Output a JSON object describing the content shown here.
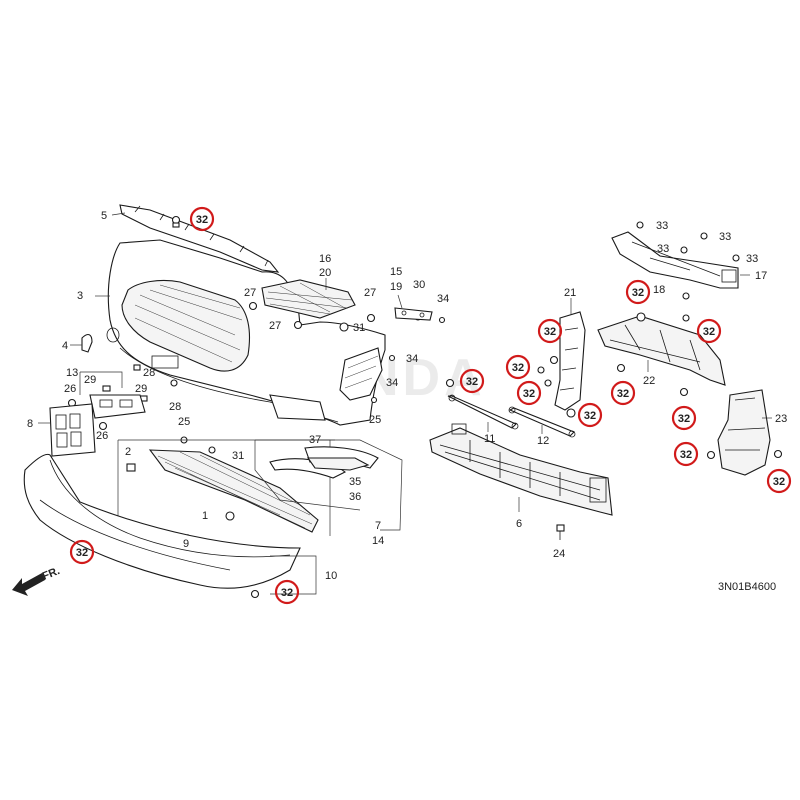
{
  "diagram": {
    "code": "3N01B4600",
    "direction": "FR.",
    "labels": [
      {
        "id": "l5",
        "text": "5"
      },
      {
        "id": "l3",
        "text": "3"
      },
      {
        "id": "l4",
        "text": "4"
      },
      {
        "id": "l13",
        "text": "13"
      },
      {
        "id": "l26a",
        "text": "26"
      },
      {
        "id": "l29a",
        "text": "29"
      },
      {
        "id": "l28a",
        "text": "28"
      },
      {
        "id": "l29b",
        "text": "29"
      },
      {
        "id": "l28b",
        "text": "28"
      },
      {
        "id": "l8",
        "text": "8"
      },
      {
        "id": "l26b",
        "text": "26"
      },
      {
        "id": "l25a",
        "text": "25"
      },
      {
        "id": "l2",
        "text": "2"
      },
      {
        "id": "l31a",
        "text": "31"
      },
      {
        "id": "l1",
        "text": "1"
      },
      {
        "id": "l9",
        "text": "9"
      },
      {
        "id": "l10",
        "text": "10"
      },
      {
        "id": "l16",
        "text": "16"
      },
      {
        "id": "l20",
        "text": "20"
      },
      {
        "id": "l27a",
        "text": "27"
      },
      {
        "id": "l27b",
        "text": "27"
      },
      {
        "id": "l27c",
        "text": "27"
      },
      {
        "id": "l31b",
        "text": "31"
      },
      {
        "id": "l15",
        "text": "15"
      },
      {
        "id": "l19",
        "text": "19"
      },
      {
        "id": "l30",
        "text": "30"
      },
      {
        "id": "l34a",
        "text": "34"
      },
      {
        "id": "l34b",
        "text": "34"
      },
      {
        "id": "l34c",
        "text": "34"
      },
      {
        "id": "l25b",
        "text": "25"
      },
      {
        "id": "l37",
        "text": "37"
      },
      {
        "id": "l35",
        "text": "35"
      },
      {
        "id": "l36",
        "text": "36"
      },
      {
        "id": "l7",
        "text": "7"
      },
      {
        "id": "l14",
        "text": "14"
      },
      {
        "id": "l11",
        "text": "11"
      },
      {
        "id": "l12",
        "text": "12"
      },
      {
        "id": "l6",
        "text": "6"
      },
      {
        "id": "l24",
        "text": "24"
      },
      {
        "id": "l21",
        "text": "21"
      },
      {
        "id": "l22",
        "text": "22"
      },
      {
        "id": "l18",
        "text": "18"
      },
      {
        "id": "l17",
        "text": "17"
      },
      {
        "id": "l33a",
        "text": "33"
      },
      {
        "id": "l33b",
        "text": "33"
      },
      {
        "id": "l33c",
        "text": "33"
      },
      {
        "id": "l33d",
        "text": "33"
      },
      {
        "id": "l23",
        "text": "23"
      }
    ],
    "highlighted": [
      {
        "id": "h1",
        "text": "32"
      },
      {
        "id": "h2",
        "text": "32"
      },
      {
        "id": "h3",
        "text": "32"
      },
      {
        "id": "h4",
        "text": "32"
      },
      {
        "id": "h5",
        "text": "32"
      },
      {
        "id": "h6",
        "text": "32"
      },
      {
        "id": "h7",
        "text": "32"
      },
      {
        "id": "h8",
        "text": "32"
      },
      {
        "id": "h9",
        "text": "32"
      },
      {
        "id": "h10",
        "text": "32"
      },
      {
        "id": "h11",
        "text": "32"
      },
      {
        "id": "h12",
        "text": "32"
      },
      {
        "id": "h13",
        "text": "32"
      }
    ],
    "colors": {
      "highlight_ring": "#d11a1a",
      "line": "#1a1a1a",
      "watermark": "#d4d4d4"
    }
  }
}
